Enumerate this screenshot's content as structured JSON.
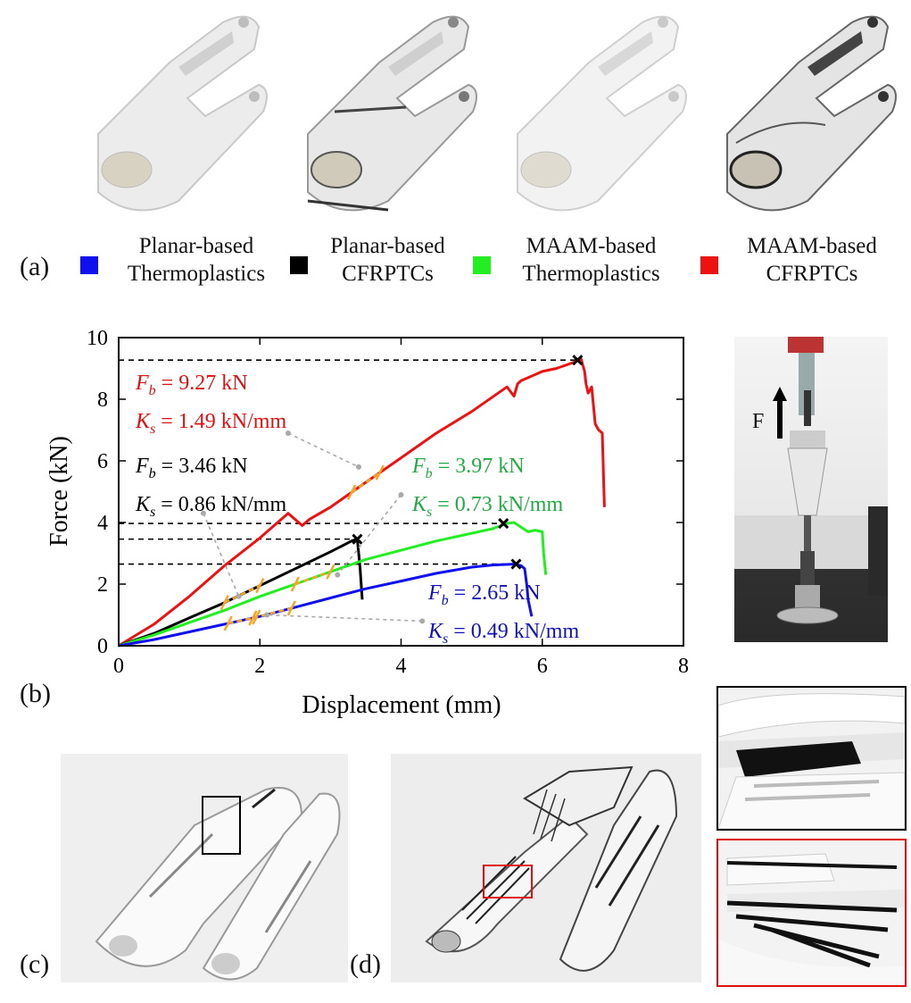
{
  "panels": {
    "a": "(a)",
    "b": "(b)",
    "c": "(c)",
    "d": "(d)"
  },
  "legend": [
    {
      "line1": "Planar-based",
      "line2": "Thermoplastics",
      "color": "#1010ee"
    },
    {
      "line1": "Planar-based",
      "line2": "CFRPTCs",
      "color": "#000000"
    },
    {
      "line1": "MAAM-based",
      "line2": "Thermoplastics",
      "color": "#22ee22"
    },
    {
      "line1": "MAAM-based",
      "line2": "CFRPTCs",
      "color": "#ee1111"
    }
  ],
  "photo_label": "F",
  "annotations": {
    "red": {
      "fb_value": "= 9.27 kN",
      "ks_value": "= 1.49 kN/mm",
      "color": "#dd1111"
    },
    "black": {
      "fb_value": "= 3.46 kN",
      "ks_value": "= 0.86 kN/mm",
      "color": "#000000"
    },
    "green": {
      "fb_value": "= 3.97 kN",
      "ks_value": "= 0.73 kN/mm",
      "color": "#22aa44"
    },
    "blue": {
      "fb_value": "= 2.65 kN",
      "ks_value": "= 0.49 kN/mm",
      "color": "#1111bb"
    },
    "fb_symbol": "F",
    "fb_sub": "b",
    "ks_symbol": "K",
    "ks_sub": "s"
  },
  "chart_data": {
    "type": "line",
    "xlabel": "Displacement (mm)",
    "ylabel": "Force (kN)",
    "xlim": [
      0,
      8
    ],
    "ylim": [
      0,
      10
    ],
    "xticks": [
      "0",
      "2",
      "4",
      "6",
      "8"
    ],
    "yticks": [
      "0",
      "2",
      "4",
      "6",
      "8",
      "10"
    ],
    "grid": false,
    "series": [
      {
        "key": "red",
        "color": "#ee1111",
        "x": [
          0,
          0.5,
          1,
          1.5,
          2,
          2.4,
          2.5,
          2.6,
          2.7,
          3,
          3.5,
          4,
          4.5,
          5,
          5.5,
          5.6,
          5.65,
          5.7,
          6,
          6.2,
          6.45,
          6.5,
          6.55,
          6.6,
          6.62,
          6.65,
          6.7,
          6.75,
          6.8,
          6.85,
          6.88
        ],
        "y": [
          0,
          0.7,
          1.6,
          2.6,
          3.5,
          4.3,
          4.1,
          3.9,
          4.1,
          4.5,
          5.3,
          6.1,
          6.9,
          7.6,
          8.4,
          8.1,
          8.5,
          8.6,
          8.9,
          9.0,
          9.2,
          9.27,
          9.3,
          8.9,
          8.5,
          8.2,
          8.4,
          7.2,
          7.0,
          6.9,
          4.5
        ]
      },
      {
        "key": "black",
        "color": "#000000",
        "x": [
          0,
          0.5,
          1,
          1.5,
          2,
          2.5,
          3,
          3.3,
          3.38,
          3.4,
          3.42,
          3.45
        ],
        "y": [
          0,
          0.4,
          0.9,
          1.4,
          1.95,
          2.5,
          3.05,
          3.4,
          3.46,
          3.0,
          2.5,
          1.5
        ]
      },
      {
        "key": "green",
        "color": "#22ee22",
        "x": [
          0,
          0.5,
          1,
          1.5,
          2,
          2.5,
          3,
          3.5,
          4,
          4.5,
          5,
          5.3,
          5.5,
          5.6,
          5.7,
          5.8,
          5.9,
          6.0,
          6.02,
          6.05
        ],
        "y": [
          0,
          0.35,
          0.75,
          1.15,
          1.6,
          2.0,
          2.4,
          2.8,
          3.1,
          3.4,
          3.65,
          3.8,
          3.97,
          4.0,
          3.85,
          3.7,
          3.75,
          3.7,
          3.0,
          2.3
        ]
      },
      {
        "key": "blue",
        "color": "#1010ee",
        "x": [
          0,
          0.5,
          1,
          1.5,
          2,
          2.5,
          3,
          3.5,
          4,
          4.5,
          5,
          5.3,
          5.6,
          5.7,
          5.75,
          5.78,
          5.8,
          5.85
        ],
        "y": [
          0,
          0.2,
          0.45,
          0.7,
          0.95,
          1.25,
          1.55,
          1.85,
          2.1,
          2.35,
          2.55,
          2.62,
          2.65,
          2.6,
          2.5,
          2.0,
          1.5,
          0.95
        ]
      }
    ],
    "peaks": [
      {
        "key": "red",
        "x": 6.5,
        "y": 9.27
      },
      {
        "key": "black",
        "x": 3.38,
        "y": 3.46
      },
      {
        "key": "green",
        "x": 5.45,
        "y": 3.97
      },
      {
        "key": "blue",
        "x": 5.63,
        "y": 2.65
      }
    ]
  }
}
